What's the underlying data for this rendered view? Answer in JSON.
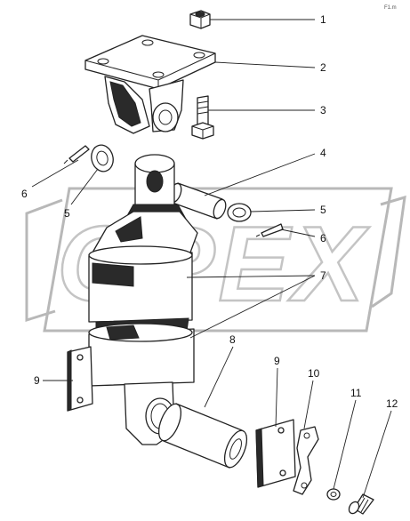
{
  "watermark": {
    "text": "OPEX"
  },
  "corner_mark": "F1.m",
  "callouts": [
    {
      "id": "1",
      "label": "1"
    },
    {
      "id": "2",
      "label": "2"
    },
    {
      "id": "3",
      "label": "3"
    },
    {
      "id": "4",
      "label": "4"
    },
    {
      "id": "5a",
      "label": "5"
    },
    {
      "id": "5b",
      "label": "5"
    },
    {
      "id": "6a",
      "label": "6"
    },
    {
      "id": "6b",
      "label": "6"
    },
    {
      "id": "7",
      "label": "7"
    },
    {
      "id": "8",
      "label": "8"
    },
    {
      "id": "9a",
      "label": "9"
    },
    {
      "id": "9b",
      "label": "9"
    },
    {
      "id": "10",
      "label": "10"
    },
    {
      "id": "11",
      "label": "11"
    },
    {
      "id": "12",
      "label": "12"
    }
  ]
}
